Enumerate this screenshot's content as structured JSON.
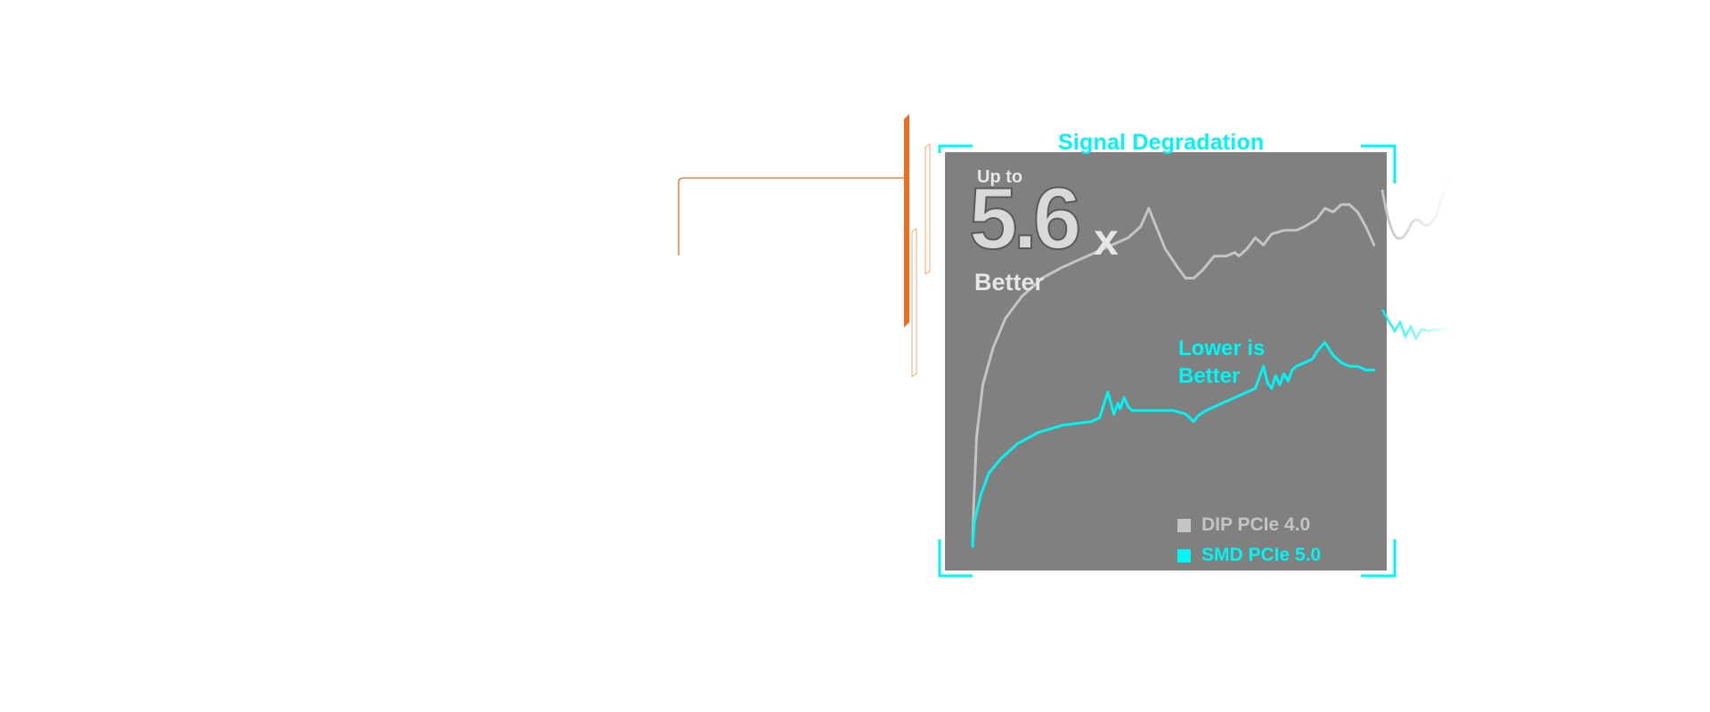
{
  "colors": {
    "panel": "#808080",
    "accent": "#00f5f5",
    "dip_line": "#c4c4c4",
    "orange": "#f26a1b"
  },
  "callout": {
    "prefix": "Up to",
    "value": "5.6",
    "unit": "x",
    "suffix": "Better"
  },
  "chart_data": {
    "type": "line",
    "title": "Signal Degradation",
    "xlabel": "",
    "ylabel": "",
    "grid": false,
    "legend_position": "bottom-right",
    "annotation": "Lower is Better",
    "xlim": [
      0,
      100
    ],
    "ylim": [
      0,
      100
    ],
    "series": [
      {
        "name": "DIP PCIe 4.0",
        "color": "#c4c4c4",
        "points": [
          [
            0,
            0
          ],
          [
            0.3,
            12
          ],
          [
            1,
            30
          ],
          [
            2.5,
            44
          ],
          [
            5,
            54
          ],
          [
            8,
            62
          ],
          [
            12,
            68
          ],
          [
            17,
            73
          ],
          [
            22,
            76
          ],
          [
            28,
            79
          ],
          [
            33,
            81.5
          ],
          [
            38,
            84
          ],
          [
            41,
            87
          ],
          [
            43,
            92
          ],
          [
            47,
            81
          ],
          [
            50,
            76
          ],
          [
            52,
            73
          ],
          [
            54,
            73
          ],
          [
            56,
            75
          ],
          [
            59,
            79
          ],
          [
            62,
            79
          ],
          [
            64,
            80
          ],
          [
            65,
            79
          ],
          [
            67,
            81
          ],
          [
            69,
            84
          ],
          [
            71,
            82
          ],
          [
            73,
            85
          ],
          [
            76,
            86
          ],
          [
            79,
            86
          ],
          [
            81,
            87
          ],
          [
            84,
            89
          ],
          [
            86,
            92
          ],
          [
            88,
            91
          ],
          [
            90,
            93
          ],
          [
            92,
            93
          ],
          [
            94,
            91
          ],
          [
            96,
            87
          ],
          [
            98,
            82
          ]
        ]
      },
      {
        "name": "SMD PCIe 5.0",
        "color": "#00f5f5",
        "points": [
          [
            0,
            0
          ],
          [
            0.5,
            7
          ],
          [
            2,
            14
          ],
          [
            4,
            20
          ],
          [
            7,
            24
          ],
          [
            11,
            28
          ],
          [
            16,
            31
          ],
          [
            22,
            33
          ],
          [
            29,
            34
          ],
          [
            31,
            35
          ],
          [
            33,
            42
          ],
          [
            34.5,
            36
          ],
          [
            35.5,
            39
          ],
          [
            36,
            37.5
          ],
          [
            37,
            40.5
          ],
          [
            38,
            38
          ],
          [
            39,
            37
          ],
          [
            41,
            37
          ],
          [
            45,
            37
          ],
          [
            49,
            37
          ],
          [
            52,
            36
          ],
          [
            54,
            34
          ],
          [
            55,
            35.5
          ],
          [
            57,
            37
          ],
          [
            62,
            39.5
          ],
          [
            66,
            41.5
          ],
          [
            69,
            43
          ],
          [
            71,
            49
          ],
          [
            72,
            44.5
          ],
          [
            73,
            43
          ],
          [
            74,
            46.5
          ],
          [
            75,
            44
          ],
          [
            76,
            47
          ],
          [
            77,
            45
          ],
          [
            78,
            48
          ],
          [
            79,
            49
          ],
          [
            81,
            50
          ],
          [
            83,
            51
          ],
          [
            84,
            53
          ],
          [
            86,
            55.5
          ],
          [
            88,
            52
          ],
          [
            90,
            50
          ],
          [
            92,
            49
          ],
          [
            94,
            49
          ],
          [
            96,
            48
          ],
          [
            98,
            48
          ]
        ]
      }
    ]
  }
}
